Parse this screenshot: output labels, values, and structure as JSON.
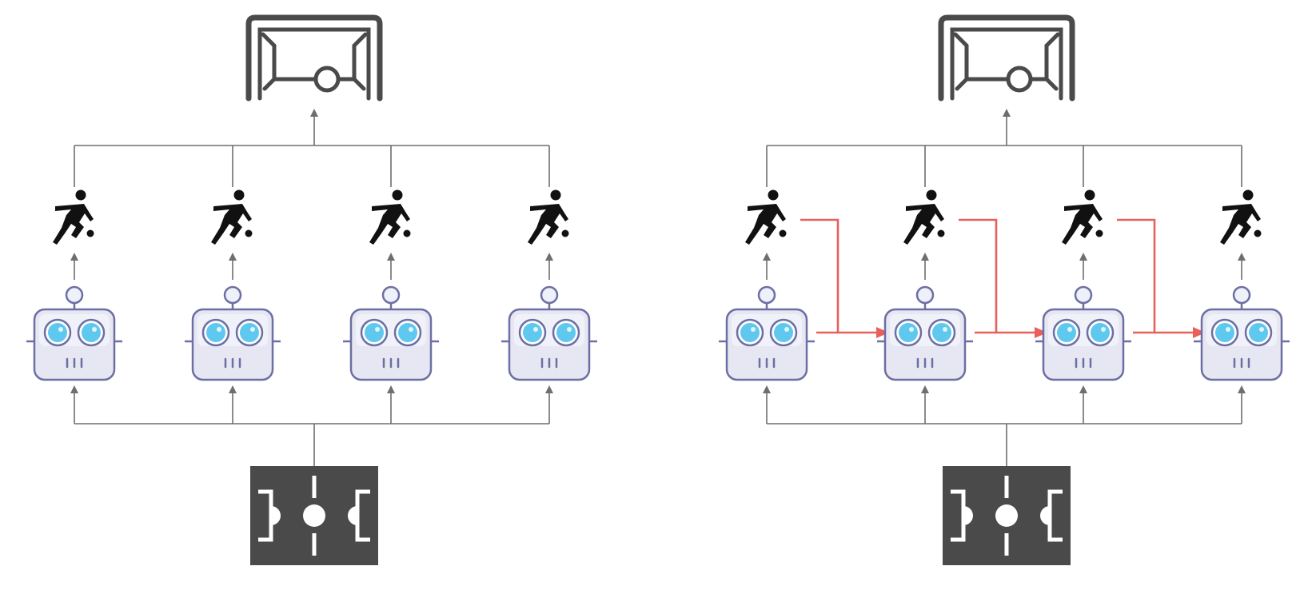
{
  "diagrams": [
    {
      "id": "independent",
      "agent_count": 4,
      "goal_icon": "soccer-goal-icon",
      "player_icon": "soccer-player-icon",
      "agent_icon": "robot-icon",
      "field_icon": "soccer-field-icon",
      "sequential_links": false
    },
    {
      "id": "sequential",
      "agent_count": 4,
      "goal_icon": "soccer-goal-icon",
      "player_icon": "soccer-player-icon",
      "agent_icon": "robot-icon",
      "field_icon": "soccer-field-icon",
      "sequential_links": true
    }
  ],
  "colors": {
    "line": "#6e6e6e",
    "dark": "#4a4a4a",
    "player": "#111111",
    "robot_fill": "#e6e7f2",
    "robot_stroke": "#6c6fa3",
    "eye": "#5fc8ee",
    "eye_ring": "#ffffff",
    "red_link": "#e8605c"
  }
}
